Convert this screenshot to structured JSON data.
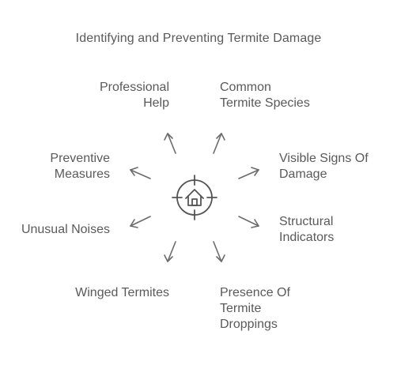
{
  "title": "Identifying and Preventing Termite Damage",
  "center_icon": "house-target-icon",
  "colors": {
    "text": "#5a5a5a",
    "stroke": "#6b6b6b",
    "background": "#ffffff"
  },
  "items": [
    {
      "label": "Professional\nHelp"
    },
    {
      "label": "Common\nTermite Species"
    },
    {
      "label": "Visible Signs Of\nDamage"
    },
    {
      "label": "Structural\nIndicators"
    },
    {
      "label": "Presence Of\nTermite\nDroppings"
    },
    {
      "label": "Winged Termites"
    },
    {
      "label": "Unusual Noises"
    },
    {
      "label": "Preventive\nMeasures"
    }
  ]
}
